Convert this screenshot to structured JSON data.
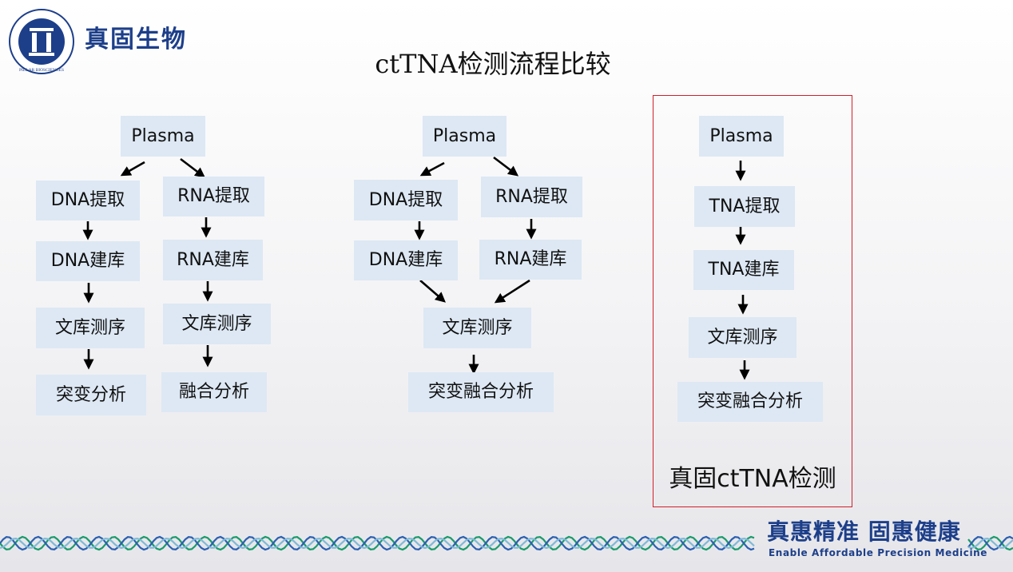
{
  "header": {
    "brand_name": "真固生物",
    "logo_ring_text": "PILLAR BIOSCIENCES",
    "title": "ctTNA检测流程比较"
  },
  "flow_dual": {
    "source": "Plasma",
    "dna_branch": [
      "DNA提取",
      "DNA建库",
      "文库测序",
      "突变分析"
    ],
    "rna_branch": [
      "RNA提取",
      "RNA建库",
      "文库测序",
      "融合分析"
    ]
  },
  "flow_merged": {
    "source": "Plasma",
    "dna_branch": [
      "DNA提取",
      "DNA建库"
    ],
    "rna_branch": [
      "RNA提取",
      "RNA建库"
    ],
    "sequencing": "文库测序",
    "analysis": "突变融合分析"
  },
  "flow_tna": {
    "source": "Plasma",
    "steps": [
      "TNA提取",
      "TNA建库",
      "文库测序",
      "突变融合分析"
    ],
    "caption": "真固ctTNA检测"
  },
  "footer": {
    "slogan_cn": "真惠精准   固惠健康",
    "slogan_en": "Enable Affordable Precision Medicine"
  },
  "colors": {
    "brand_blue": "#1d3f8a",
    "box_fill": "#dde8f4",
    "highlight_frame": "#d0202a",
    "helix_green": "#1a9a6b",
    "helix_blue": "#2b5fb0"
  }
}
